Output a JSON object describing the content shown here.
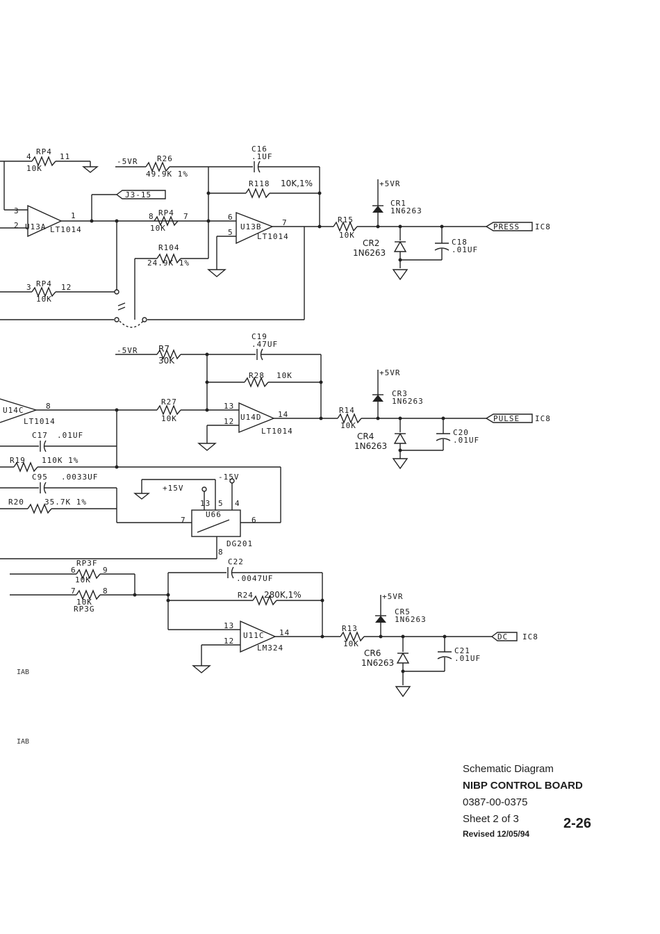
{
  "colors": {
    "ink": "#222222",
    "paper": "#ffffff"
  },
  "title_block": {
    "line1": "Schematic Diagram",
    "line2": "NIBP CONTROL BOARD",
    "line3": "0387-00-0375",
    "line4": "Sheet 2 of 3",
    "line5": "Revised  12/05/94",
    "page": "2-26"
  },
  "margin_notes": {
    "a": "IAB",
    "b": "IAB"
  },
  "labels": {
    "rp4_top": "RP4",
    "rp4_top_p1": "4",
    "rp4_top_p2": "11",
    "rp4_top_val": "10K",
    "u13a": "U13A",
    "u13a_type": "LT1014",
    "u13a_p3": "3",
    "u13a_p2": "2",
    "u13a_p1": "1",
    "j3": "J3-15",
    "vr1": "-5VR",
    "r26": "R26",
    "r26_val": "49.9K 1%",
    "c16": "C16",
    "c16_val": ".1UF",
    "r118": "R118",
    "r118_val": "10K,1%",
    "rp4_mid": "RP4",
    "rp4_mid_p1": "8",
    "rp4_mid_p2": "7",
    "rp4_mid_val": "10K",
    "r104": "R104",
    "r104_val": "24.9K 1%",
    "u13b": "U13B",
    "u13b_type": "LT1014",
    "u13b_p6": "6",
    "u13b_p5": "5",
    "u13b_p7": "7",
    "rp4_low": "RP4",
    "rp4_low_p1": "3",
    "rp4_low_p2": "12",
    "rp4_low_val": "10K",
    "r15": "R15",
    "r15_val": "10K",
    "v5a": "+5VR",
    "cr1": "CR1",
    "cr1_type": "1N6263",
    "cr2": "CR2",
    "cr2_type": "1N6263",
    "c18": "C18",
    "c18_val": ".01UF",
    "press": "PRESS",
    "press_ref": "IC8",
    "vr2": "-5VR",
    "r7": "R7",
    "r7_val": "30K",
    "c19": "C19",
    "c19_val": ".47UF",
    "r28": "R28",
    "r28_val": "10K",
    "u14c": "U14C",
    "u14c_type": "LT1014",
    "u14c_p8": "8",
    "r27": "R27",
    "r27_val": "10K",
    "u14d": "U14D",
    "u14d_type": "LT1014",
    "u14d_p13": "13",
    "u14d_p12": "12",
    "u14d_p14": "14",
    "c17": "C17",
    "c17_val": ".01UF",
    "r19": "R19",
    "r19_val": "110K 1%",
    "r14": "R14",
    "r14_val": "10K",
    "v5b": "+5VR",
    "cr3": "CR3",
    "cr3_type": "1N6263",
    "cr4": "CR4",
    "cr4_type": "1N6263",
    "c20": "C20",
    "c20_val": ".01UF",
    "pulse": "PULSE",
    "pulse_ref": "IC8",
    "c95": "C95",
    "c95_val": ".0033UF",
    "r20": "R20",
    "r20_val": "35.7K 1%",
    "p15v": "+15V",
    "m15v": "-15V",
    "u66": "U66",
    "u66_type": "DG201",
    "u66_p13": "13",
    "u66_p5": "5",
    "u66_p4": "4",
    "u66_p7": "7",
    "u66_p6": "6",
    "u66_p8": "8",
    "rp3f": "RP3F",
    "rp3f_p1": "6",
    "rp3f_p2": "9",
    "rp3f_val": "10K",
    "rp3g": "RP3G",
    "rp3g_p1": "7",
    "rp3g_p2": "8",
    "rp3g_val": "10K",
    "c22": "C22",
    "c22_val": ".0047UF",
    "r24": "R24",
    "r24_val": "280K,1%",
    "u11c": "U11C",
    "u11c_type": "LM324",
    "u11c_p13": "13",
    "u11c_p12": "12",
    "u11c_p14": "14",
    "r13": "R13",
    "r13_val": "10K",
    "v5c": "+5VR",
    "cr5": "CR5",
    "cr5_type": "1N6263",
    "cr6": "CR6",
    "cr6_type": "1N6263",
    "c21": "C21",
    "c21_val": ".01UF",
    "dc": "DC",
    "dc_ref": "IC8"
  }
}
